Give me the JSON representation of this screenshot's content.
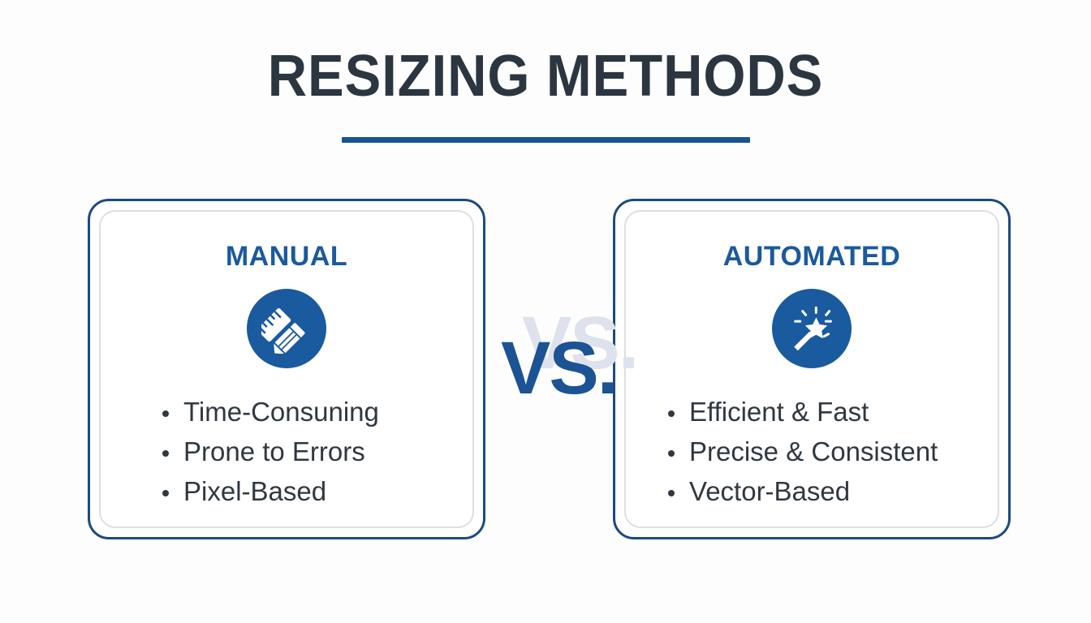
{
  "header": {
    "title": "RESIZING METHODS",
    "rule_color": "#17538f",
    "title_color": "#2b3640"
  },
  "vs_badge": {
    "label": "VS.",
    "ghost_label": "VS.",
    "front_color": "#1b5394",
    "ghost_color": "#dde2ec"
  },
  "theme": {
    "background": "#fdfdfd",
    "accent_blue": "#1a5a9e",
    "border_blue": "#1b4a80",
    "inner_border_gray": "#dcdfe3",
    "body_text": "#2f3841"
  },
  "cards": [
    {
      "heading": "MANUAL",
      "icon": "ruler-pencil-icon",
      "bullets": [
        "Time-Consuning",
        "Prone to Errors",
        "Pixel-Based"
      ]
    },
    {
      "heading": "AUTOMATED",
      "icon": "magic-wand-icon",
      "bullets": [
        "Efficient & Fast",
        "Precise & Consistent",
        "Vector-Based"
      ]
    }
  ]
}
